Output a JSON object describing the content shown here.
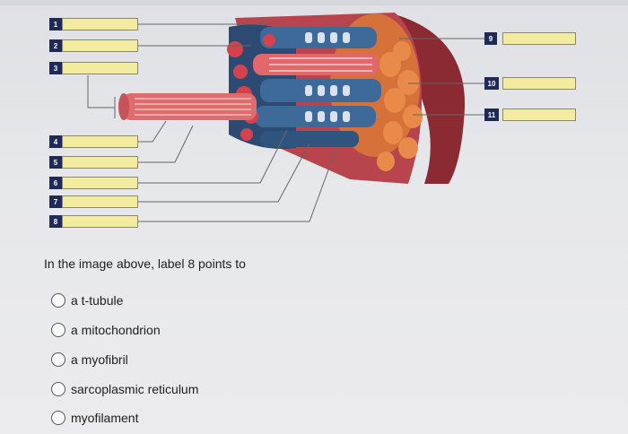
{
  "diagram": {
    "labels": [
      "1",
      "2",
      "3",
      "4",
      "5",
      "6",
      "7",
      "8",
      "9",
      "10",
      "11"
    ]
  },
  "question": {
    "prompt": "In the image above, label 8 points to",
    "options": [
      {
        "label": "a t-tubule"
      },
      {
        "label": "a mitochondrion"
      },
      {
        "label": "a myofibril"
      },
      {
        "label": "sarcoplasmic reticulum"
      },
      {
        "label": "myofilament"
      }
    ]
  }
}
